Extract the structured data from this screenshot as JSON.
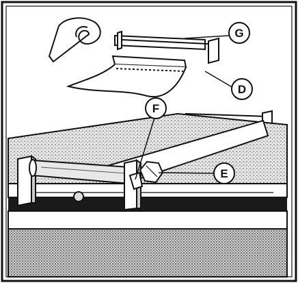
{
  "diagram": {
    "callouts": [
      {
        "id": "G",
        "label": "G"
      },
      {
        "id": "D",
        "label": "D"
      },
      {
        "id": "F",
        "label": "F"
      },
      {
        "id": "E",
        "label": "E"
      }
    ]
  },
  "colors": {
    "ink": "#111111",
    "paper": "#ffffff",
    "stipple": "#9a9a9a"
  }
}
